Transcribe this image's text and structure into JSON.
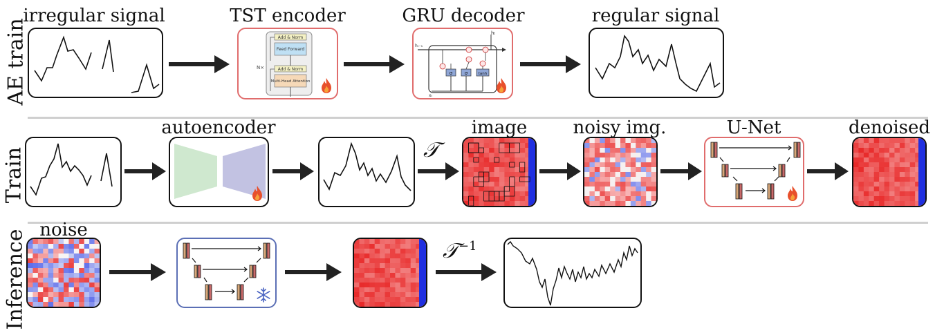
{
  "rows": {
    "ae_train": "AE train",
    "train": "Train",
    "inference": "Inference"
  },
  "titles": {
    "irregular_signal": "irregular signal",
    "tst_encoder": "TST encoder",
    "gru_decoder": "GRU decoder",
    "regular_signal": "regular signal",
    "autoencoder": "autoencoder",
    "image": "image",
    "noisy_img": "noisy img.",
    "unet": "U-Net",
    "denoised": "denoised",
    "noise": "noise"
  },
  "transforms": {
    "forward": "𝒯",
    "inverse": "𝒯",
    "inverse_sup": "−1"
  },
  "tst_block": {
    "add_norm": "Add & Norm",
    "feed_forward": "Feed Forward",
    "multi_head": "Multi-Head Attention",
    "nx": "N×"
  },
  "gru_block": {
    "h_t": "hₜ",
    "h_prev": "hₜ₋₁",
    "x_t": "xₜ",
    "sigma": "σ",
    "tanh": "tanh"
  },
  "colors": {
    "flame": "#e8502c",
    "snowflake": "#4a64c2",
    "red_box": "#e06c6c",
    "blue_box": "#5b6fb5",
    "ae_encoder": "#cfe8cf",
    "ae_decoder": "#c2c2e2"
  },
  "icons": [
    "flame-icon",
    "snowflake-icon",
    "arrow-icon"
  ]
}
